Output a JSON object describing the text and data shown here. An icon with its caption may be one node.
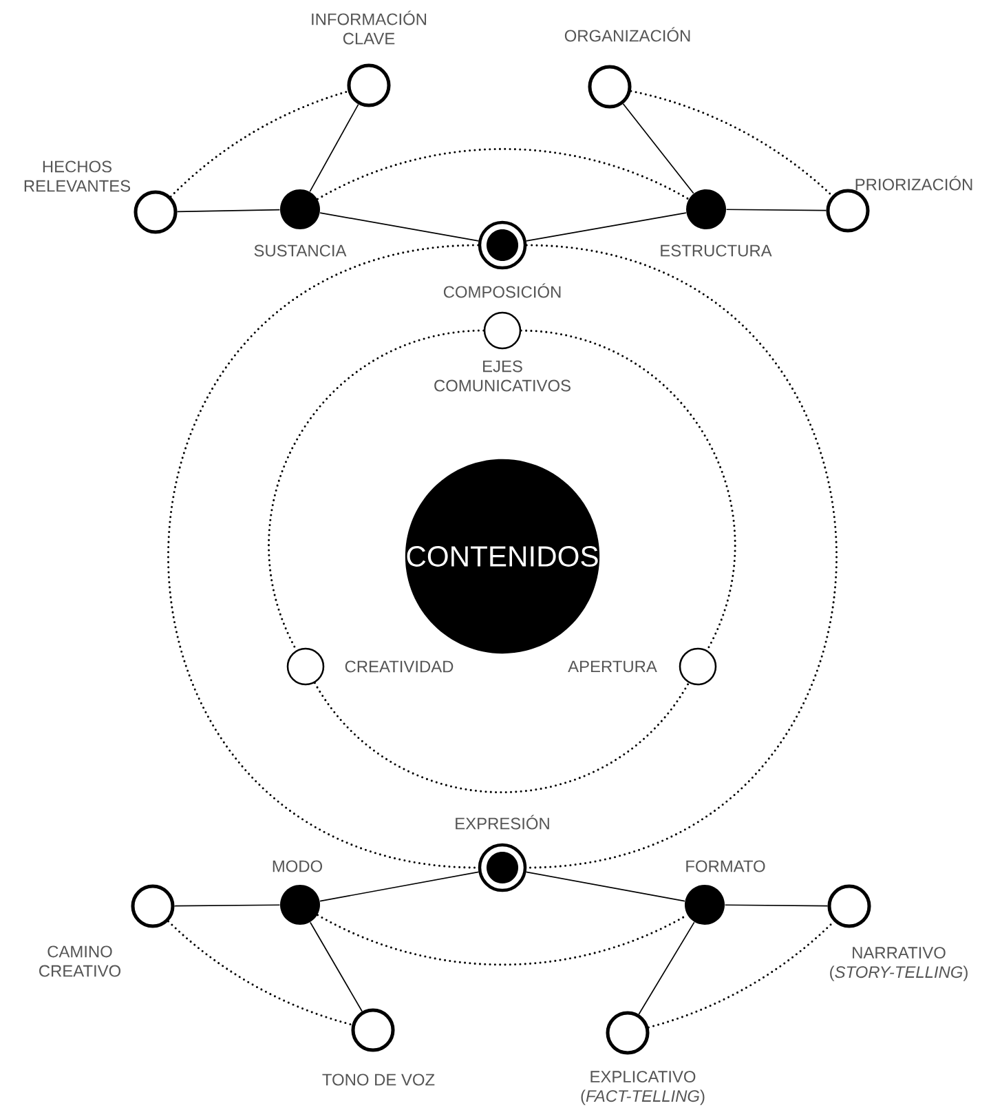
{
  "diagram": {
    "nodes": [
      {
        "text": [
          "CONTENIDOS"
        ]
      },
      {
        "text": [
          "COMPOSICIÓN"
        ]
      },
      {
        "text": [
          "SUSTANCIA"
        ]
      },
      {
        "text": [
          "ESTRUCTURA"
        ]
      },
      {
        "text": [
          "HECHOS RELEVANTES"
        ]
      },
      {
        "text": [
          "INFORMACIÓN CLAVE"
        ]
      },
      {
        "text": [
          "ORGANIZACIÓN"
        ]
      },
      {
        "text": [
          "PRIORIZACIÓN"
        ]
      },
      {
        "text": [
          "EJES COMUNICATIVOS"
        ]
      },
      {
        "text": [
          "CREATIVIDAD"
        ]
      },
      {
        "text": [
          "APERTURA"
        ]
      },
      {
        "text": [
          "EXPRESIÓN"
        ]
      },
      {
        "text": [
          "MODO"
        ]
      },
      {
        "text": [
          "FORMATO"
        ]
      },
      {
        "text": [
          "CAMINO CREATIVO"
        ]
      },
      {
        "text": [
          "TONO DE VOZ"
        ]
      },
      {
        "text": [
          "EXPLICATIVO (*FACT-TELLING*)"
        ]
      },
      {
        "text": [
          "NARRATIVO (*STORY-TELLING*)"
        ]
      }
    ],
    "edges": [
      {
        "from": 1,
        "to": 2,
        "arrow": "none"
      },
      {
        "from": 1,
        "to": 3,
        "arrow": "none"
      },
      {
        "from": 2,
        "to": 4,
        "arrow": "none"
      },
      {
        "from": 2,
        "to": 5,
        "arrow": "none"
      },
      {
        "from": 3,
        "to": 6,
        "arrow": "none"
      },
      {
        "from": 3,
        "to": 7,
        "arrow": "none"
      },
      {
        "from": 4,
        "to": 5,
        "arrow": "none",
        "style": "dashed"
      },
      {
        "from": 2,
        "to": 3,
        "arrow": "none",
        "style": "dashed"
      },
      {
        "from": 6,
        "to": 7,
        "arrow": "none",
        "style": "dashed"
      },
      {
        "from": 1,
        "to": 11,
        "arrow": "none",
        "style": "dashed"
      },
      {
        "from": 1,
        "to": 11,
        "arrow": "none",
        "style": "dashed"
      },
      {
        "from": 8,
        "to": 9,
        "arrow": "none",
        "style": "dashed"
      },
      {
        "from": 9,
        "to": 10,
        "arrow": "none",
        "style": "dashed"
      },
      {
        "from": 8,
        "to": 10,
        "arrow": "none",
        "style": "dashed"
      },
      {
        "from": 11,
        "to": 12,
        "arrow": "none"
      },
      {
        "from": 11,
        "to": 13,
        "arrow": "none"
      },
      {
        "from": 12,
        "to": 14,
        "arrow": "none"
      },
      {
        "from": 12,
        "to": 15,
        "arrow": "none"
      },
      {
        "from": 13,
        "to": 16,
        "arrow": "none"
      },
      {
        "from": 13,
        "to": 17,
        "arrow": "none"
      },
      {
        "from": 14,
        "to": 15,
        "arrow": "none",
        "style": "dashed"
      },
      {
        "from": 12,
        "to": 13,
        "arrow": "none",
        "style": "dashed"
      },
      {
        "from": 16,
        "to": 17,
        "arrow": "none",
        "style": "dashed"
      }
    ]
  }
}
